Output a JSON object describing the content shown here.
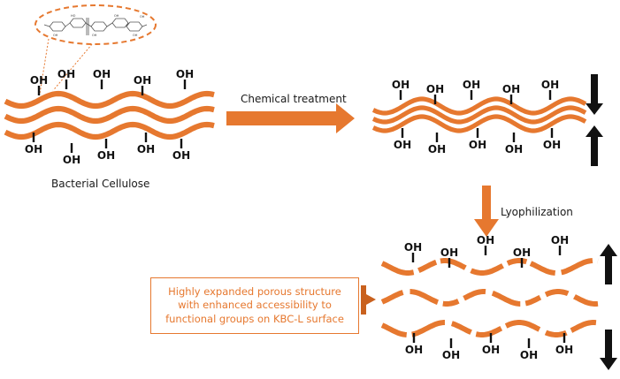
{
  "labels": {
    "hydroxyl": "OH",
    "bacterial_cellulose": "Bacterial Cellulose",
    "chemical_treatment": "Chemical treatment",
    "lyophilization": "Lyophilization"
  },
  "result_box": {
    "line1": "Highly expanded porous structure",
    "line2": "with enhanced accessibility to",
    "line3": "functional groups on KBC-L surface"
  },
  "molecule_inset": {
    "atoms": [
      "OH",
      "HO",
      "OH",
      "OH",
      "OH",
      "OH"
    ]
  },
  "colors": {
    "fiber": "#e6782f",
    "fiber_outline": "#ffffff",
    "arrow": "#e6782f",
    "box_text": "#e6782f",
    "dark_arrow": "#111111",
    "text": "#111111"
  }
}
